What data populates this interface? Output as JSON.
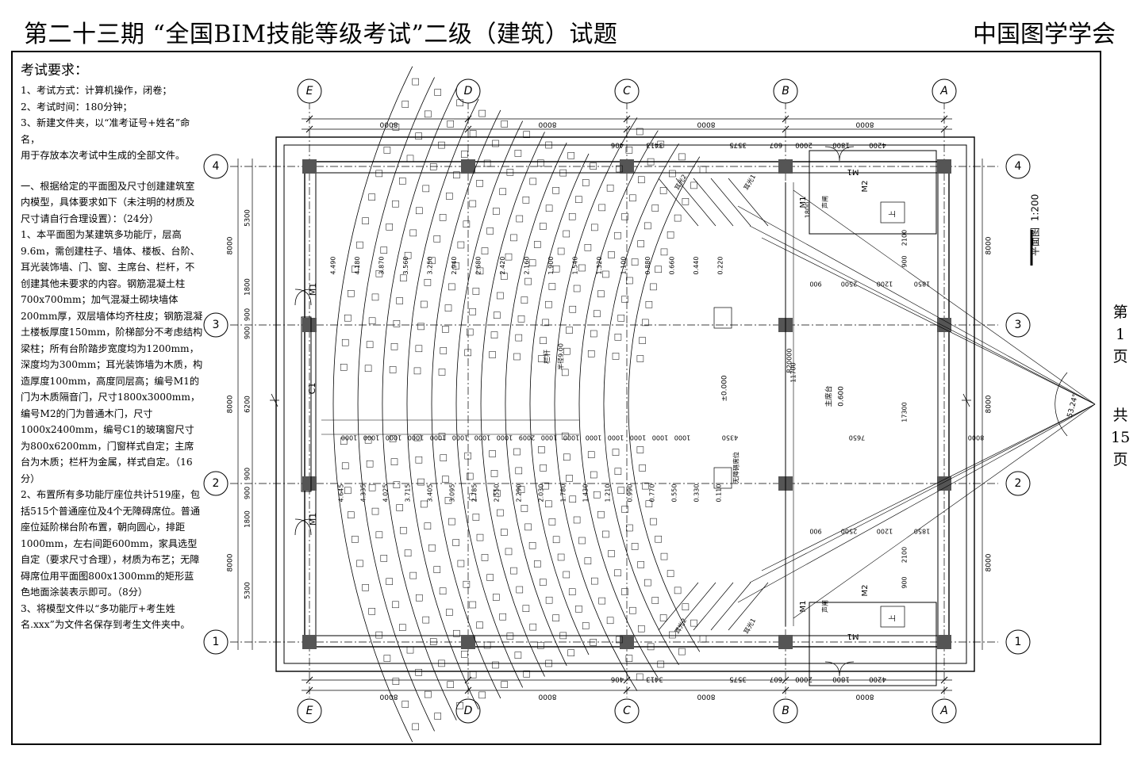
{
  "header": {
    "title": "第二十三期 “全国BIM技能等级考试”二级（建筑）试题",
    "org": "中国图学学会"
  },
  "requirements": {
    "heading": "考试要求：",
    "items": [
      "1、考试方式：计算机操作，闭卷；",
      "2、考试时间：180分钟；",
      "3、新建文件夹，以“准考证号+姓名”命名，",
      "用于存放本次考试中生成的全部文件。"
    ],
    "tasks": [
      "一、根据给定的平面图及尺寸创建建筑室内模型，具体要求如下（未注明的材质及尺寸请自行合理设置）：（24分）",
      "1、本平面图为某建筑多功能厅，层高9.6m，需创建柱子、墙体、楼板、台阶、耳光装饰墙、门、窗、主席台、栏杆，不创建其他未要求的内容。钢筋混凝土柱700x700mm；加气混凝土砌块墙体200mm厚，双层墙体均齐柱皮；钢筋混凝土楼板厚度150mm，阶梯部分不考虑结构梁柱；所有台阶踏步宽度均为1200mm，深度均为300mm；耳光装饰墙为木质，构造厚度100mm，高度同层高；编号M1的门为木质隔音门，尺寸1800x3000mm，编号M2的门为普通木门，尺寸1000x2400mm，编号C1的玻璃窗尺寸为800x6200mm，门窗样式自定；主席台为木质；栏杆为金属，样式自定。（16分）",
      "2、布置所有多功能厅座位共计519座，包括515个普通座位及4个无障碍席位。普通座位延阶梯台阶布置，朝向圆心，排距1000mm，左右间距600mm，家具选型自定（要求尺寸合理），材质为布艺；无障碍席位用平面图800x1300mm的矩形蓝色地面涂装表示即可。（8分）",
      "3、将模型文件以“多功能厅+考生姓名.xxx”为文件名保存到考生文件夹中。"
    ]
  },
  "page_number": {
    "current": [
      "第",
      "1",
      "页"
    ],
    "total": [
      "共",
      "15",
      "页"
    ]
  },
  "drawing": {
    "plan_title": "平面图",
    "plan_scale": "1:200",
    "column_axes": [
      "E",
      "D",
      "C",
      "B",
      "A"
    ],
    "row_axes": [
      "4",
      "3",
      "2",
      "1"
    ],
    "top_dims": [
      "8000",
      "8000",
      "8000",
      "8000"
    ],
    "top_sub_dims": [
      "406",
      "3413",
      "3575",
      "607",
      "2000",
      "1800",
      "4200"
    ],
    "bottom_dims": [
      "8000",
      "8000",
      "8000",
      "8000"
    ],
    "bottom_sub_dims": [
      "406",
      "3413",
      "3575",
      "607",
      "2000",
      "1800",
      "4200"
    ],
    "left_outer_dims": [
      "8000",
      "8000",
      "8000"
    ],
    "left_inner_dims": [
      "5300",
      "1800",
      "900",
      "900",
      "6200",
      "900",
      "900",
      "1800",
      "5300"
    ],
    "right_outer_dims": [
      "8000",
      "8000",
      "8000"
    ],
    "row_widths_upper": [
      "4.490",
      "4.180",
      "3.870",
      "3.560",
      "3.250",
      "2.940",
      "2.680",
      "2.420",
      "2.160",
      "1.900",
      "1.540",
      "1.320",
      "1.100",
      "0.880",
      "0.660",
      "0.440",
      "0.220"
    ],
    "row_widths_lower": [
      "4.645",
      "4.335",
      "4.025",
      "3.715",
      "3.405",
      "3.095",
      "2.785",
      "2.550",
      "2.290",
      "2.030",
      "1.780",
      "1.430",
      "1.210",
      "0.990",
      "0.770",
      "0.550",
      "0.330",
      "0.110"
    ],
    "center_dims": [
      "1000",
      "1000",
      "1000",
      "1000",
      "1000",
      "1000",
      "1000",
      "1000",
      "2009",
      "1000",
      "1000",
      "1000",
      "1000",
      "1000",
      "1000",
      "1000",
      "4350",
      "7650",
      "8000"
    ],
    "labels": {
      "door_m1": "M1",
      "door_m2": "M2",
      "window_c1": "C1",
      "radius": "R20000",
      "rail": "栏杆",
      "radius_rail": "半径9.00",
      "elev_zero": "±0.000",
      "stage": "主席台",
      "stage_elev": "0.600",
      "access_seat": "无障碍席位",
      "ear_wall": "耳光2",
      "ear_wall_1": "耳光1",
      "stair_up": "上",
      "store": "声闸",
      "angle": "53.24°",
      "rail_label": "栏杆"
    }
  }
}
